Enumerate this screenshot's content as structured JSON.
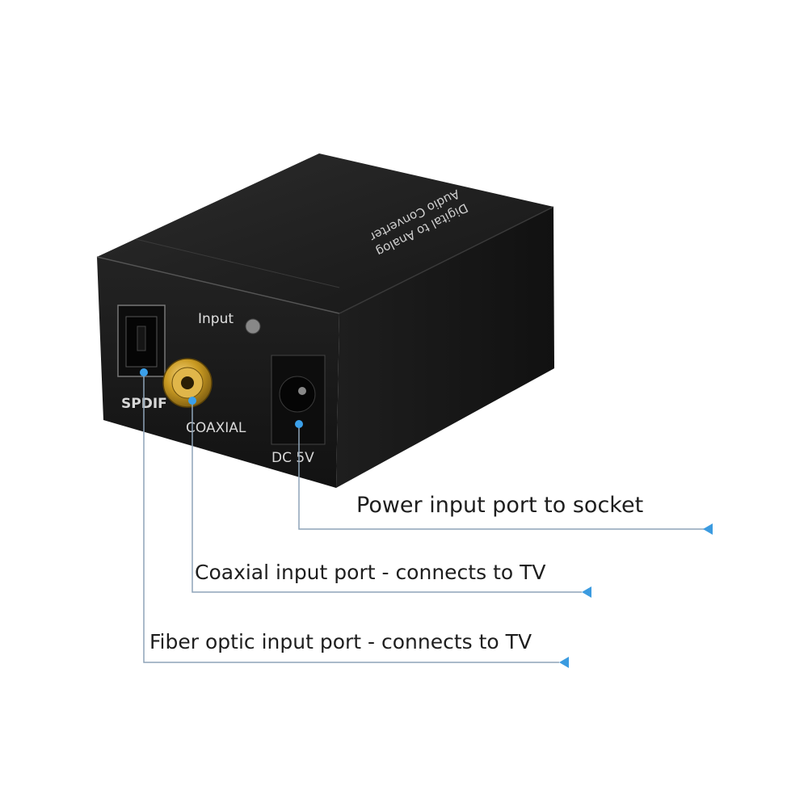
{
  "device": {
    "top_label_line1": "Digital to Analog",
    "top_label_line2": "Audio Converter",
    "port_input_label": "Input",
    "port_spdif_label": "SPDIF",
    "port_coaxial_label": "COAXIAL",
    "port_dc_label": "DC 5V"
  },
  "callouts": {
    "power": "Power input port to socket",
    "coaxial": "Coaxial input port - connects to TV",
    "fiber": "Fiber optic input port - connects to TV"
  },
  "colors": {
    "callout_line": "#8ea4b8",
    "arrow": "#3b9be0",
    "dot": "#3ba0ea",
    "body": "#1c1c1c",
    "gold": "#c99a22"
  }
}
